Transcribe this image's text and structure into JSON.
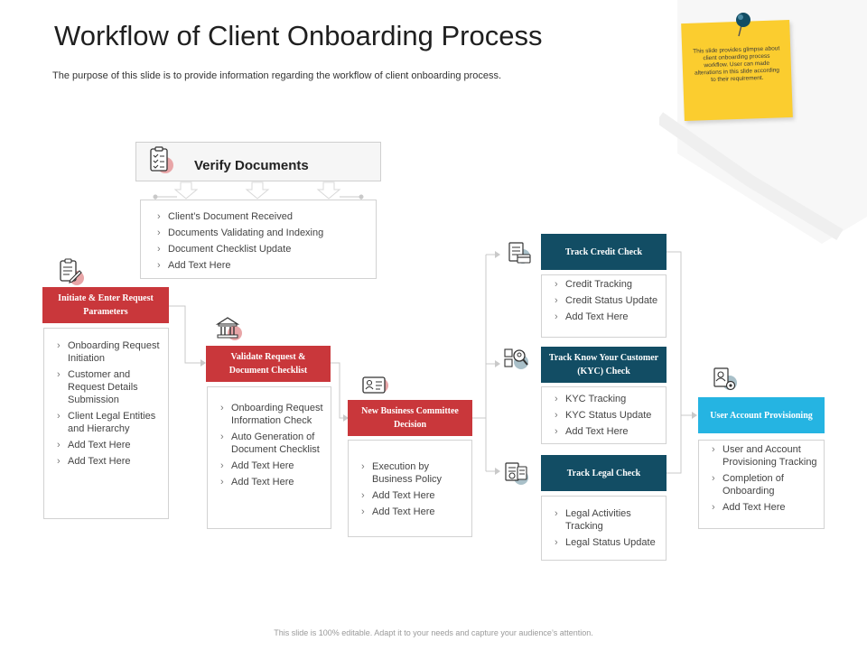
{
  "title": "Workflow of Client Onboarding Process",
  "subtitle": "The purpose of this slide is to provide information regarding the workflow of client onboarding process.",
  "note": "This slide provides glimpse about client onboarding process workflow. User can made alterations in this slide according to their requirement.",
  "footer": "This slide is 100% editable. Adapt it to your needs and capture your audience’s attention.",
  "colors": {
    "red": "#c9373b",
    "teal": "#124d64",
    "cyan": "#25b4e2",
    "note": "#fbcd2f"
  },
  "verify": {
    "title": "Verify Documents",
    "icon": "clipboard-checklist-icon",
    "items": [
      "Client’s Document Received",
      "Documents Validating  and Indexing",
      "Document Checklist Update",
      "Add Text Here"
    ]
  },
  "initiate": {
    "title": "Initiate & Enter Request Parameters",
    "icon": "clipboard-edit-icon",
    "items": [
      "Onboarding Request Initiation",
      "Customer and Request Details Submission",
      "Client Legal Entities and Hierarchy",
      "Add Text Here",
      "Add Text Here"
    ]
  },
  "validate": {
    "title": "Validate Request & Document Checklist",
    "icon": "bank-building-icon",
    "items": [
      "Onboarding Request Information Check",
      "Auto Generation of Document Checklist",
      "Add Text Here",
      "Add Text Here"
    ]
  },
  "committee": {
    "title": "New Business Committee Decision",
    "icon": "id-card-icon",
    "items": [
      "Execution by Business Policy",
      "Add Text Here",
      "Add Text Here"
    ]
  },
  "credit": {
    "title": "Track Credit Check",
    "icon": "credit-report-icon",
    "items": [
      "Credit Tracking",
      "Credit Status Update",
      "Add Text Here"
    ]
  },
  "kyc": {
    "title": "Track Know Your Customer (KYC) Check",
    "icon": "search-people-icon",
    "items": [
      "KYC Tracking",
      "KYC Status Update",
      "Add Text Here"
    ]
  },
  "legal": {
    "title": "Track Legal Check",
    "icon": "legal-document-icon",
    "items": [
      "Legal Activities Tracking",
      "Legal Status Update"
    ]
  },
  "provision": {
    "title": "User Account Provisioning",
    "icon": "account-settings-icon",
    "items": [
      "User and Account Provisioning Tracking",
      "Completion of Onboarding",
      "Add Text Here"
    ]
  }
}
